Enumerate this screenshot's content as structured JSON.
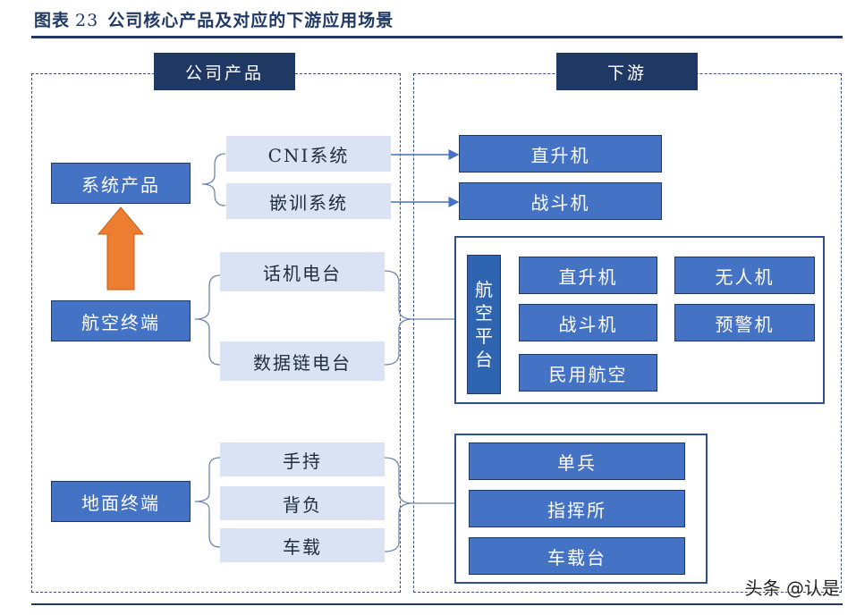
{
  "figure": {
    "prefix": "图表",
    "number": "23",
    "title": "公司核心产品及对应的下游应用场景"
  },
  "left_panel": {
    "header": "公司产品",
    "system_products": {
      "label": "系统产品",
      "items": [
        "CNI系统",
        "嵌训系统"
      ]
    },
    "aviation_terminal": {
      "label": "航空终端",
      "items": [
        "话机电台",
        "数据链电台"
      ]
    },
    "ground_terminal": {
      "label": "地面终端",
      "items": [
        "手持",
        "背负",
        "车载"
      ]
    }
  },
  "right_panel": {
    "header": "下游",
    "system_targets": [
      "直升机",
      "战斗机"
    ],
    "aviation_platform": {
      "label_chars": [
        "航",
        "空",
        "平",
        "台"
      ],
      "items": [
        "直升机",
        "无人机",
        "战斗机",
        "预警机",
        "民用航空"
      ]
    },
    "ground_targets": [
      "单兵",
      "指挥所",
      "车载台"
    ]
  },
  "colors": {
    "dark_blue": "#1f3864",
    "mid_blue": "#4472c4",
    "light_blue": "#dae3f3",
    "arrow_orange": "#ed7d31"
  },
  "watermark": "头条 @认是"
}
